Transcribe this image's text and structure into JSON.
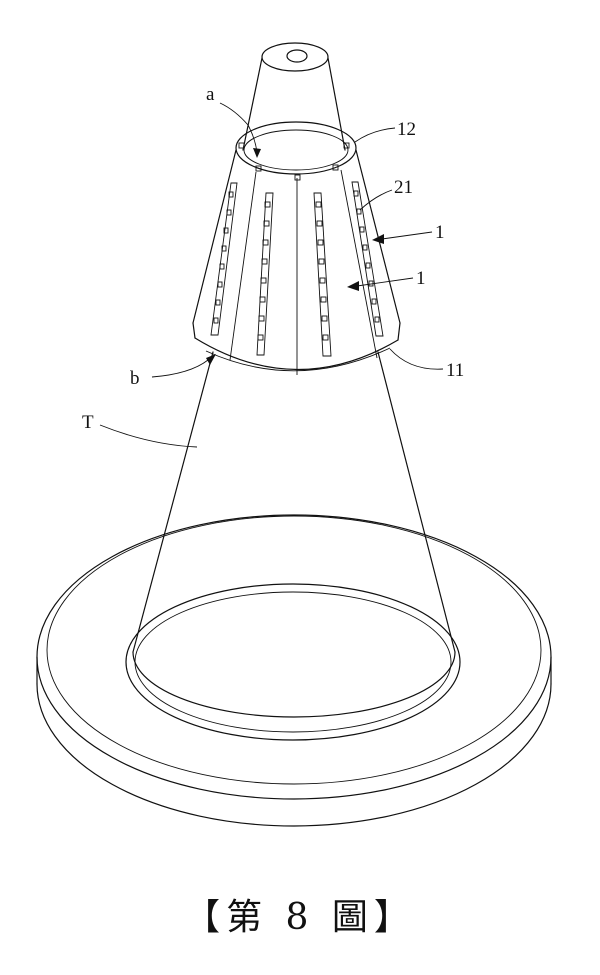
{
  "labels": {
    "a": "a",
    "b": "b",
    "T": "T",
    "n12": "12",
    "n21": "21",
    "n1_outer": "1",
    "n1_inner": "1",
    "n11": "11"
  },
  "caption": "【第 8 圖】",
  "colors": {
    "line": "#111111",
    "background": "#ffffff"
  }
}
